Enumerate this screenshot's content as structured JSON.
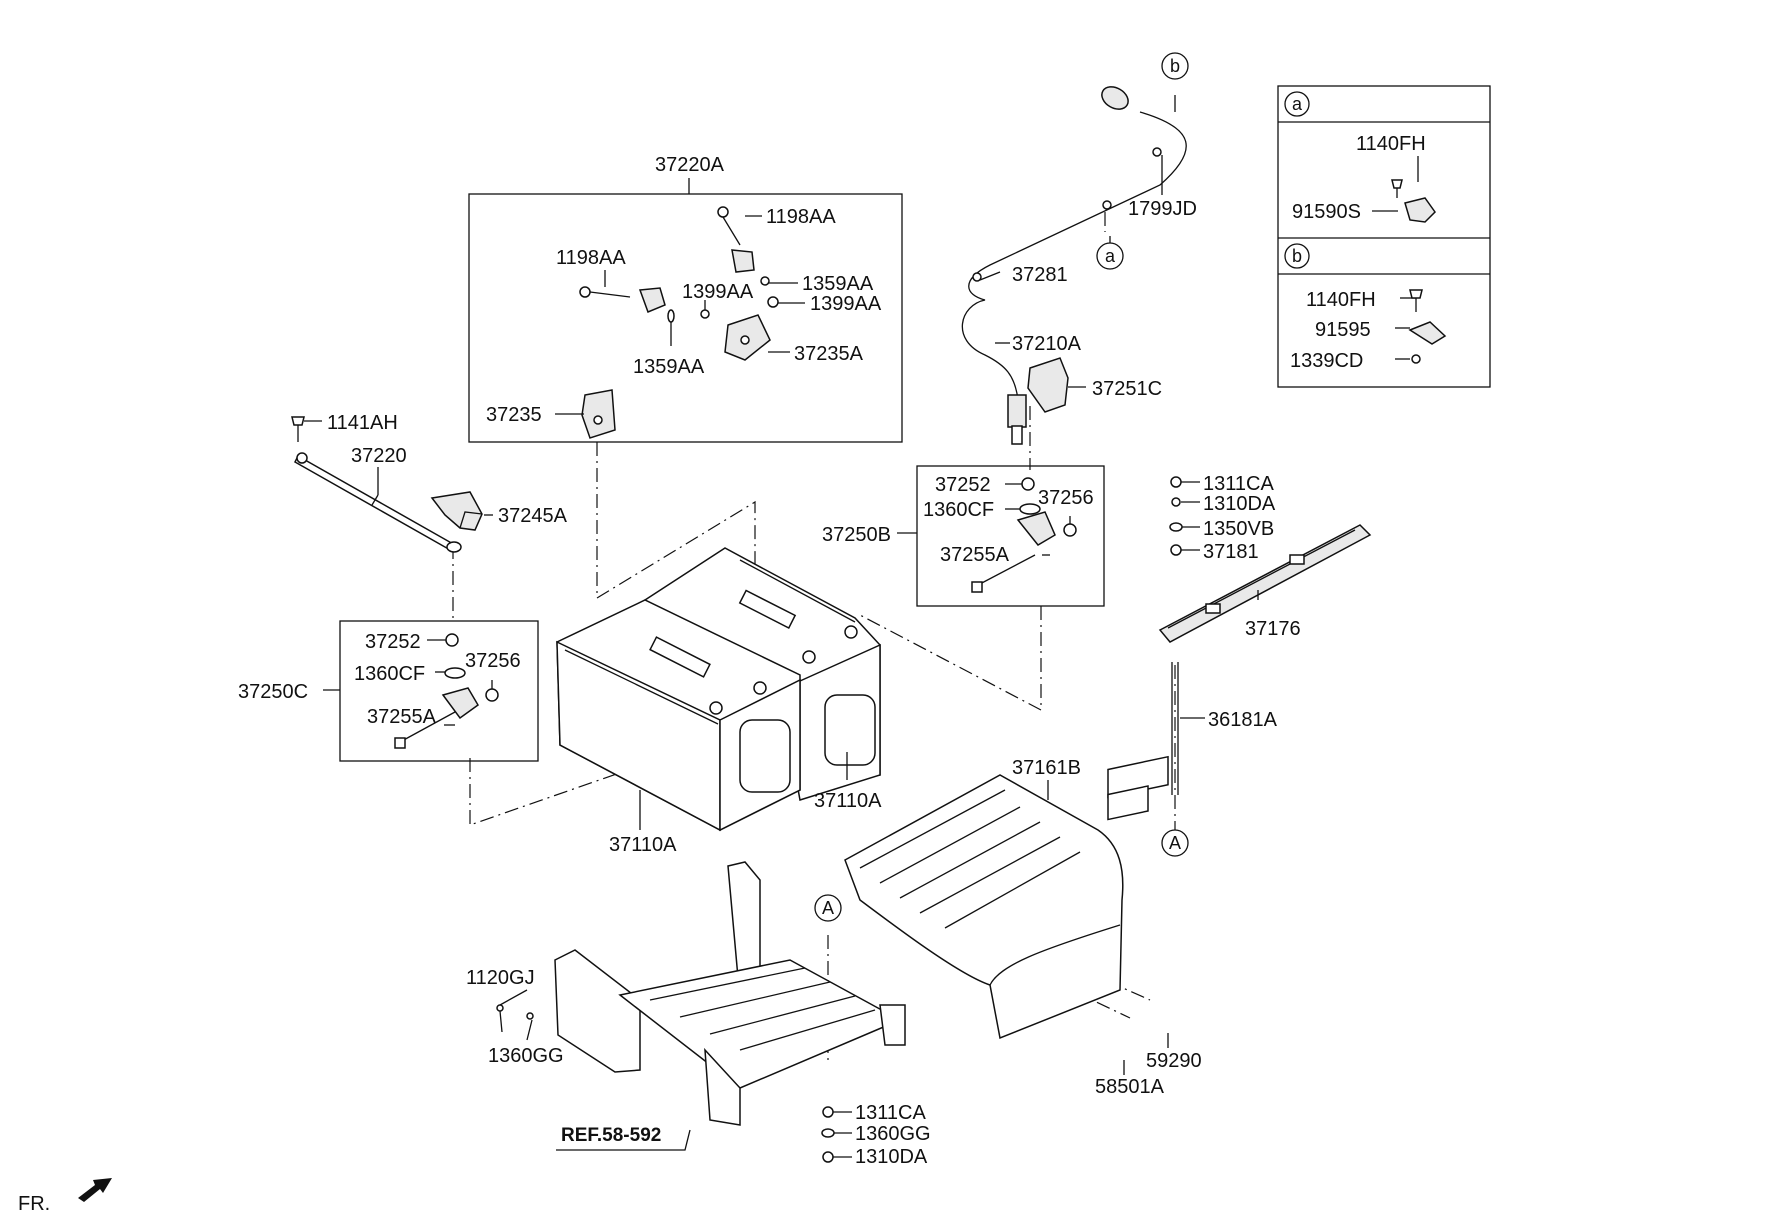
{
  "labels": {
    "l_37220A": "37220A",
    "l_1198AA_a": "1198AA",
    "l_1198AA_b": "1198AA",
    "l_1359AA_a": "1359AA",
    "l_1399AA_a": "1399AA",
    "l_1399AA_b": "1399AA",
    "l_1359AA_b": "1359AA",
    "l_37235A": "37235A",
    "l_37235": "37235",
    "l_1141AH": "1141AH",
    "l_37220": "37220",
    "l_37245A": "37245A",
    "l_37252_left": "37252",
    "l_1360CF_left": "1360CF",
    "l_37256_left": "37256",
    "l_37250C": "37250C",
    "l_37255A_left": "37255A",
    "l_37110A_left": "37110A",
    "l_37110A_right": "37110A",
    "l_1799JD": "1799JD",
    "l_37281": "37281",
    "l_37210A": "37210A",
    "l_37251C": "37251C",
    "l_37252_right": "37252",
    "l_1360CF_right": "1360CF",
    "l_37256_right": "37256",
    "l_37250B": "37250B",
    "l_37255A_right": "37255A",
    "l_1140FH_a": "1140FH",
    "l_91590S": "91590S",
    "l_1140FH_b": "1140FH",
    "l_91595": "91595",
    "l_1339CD": "1339CD",
    "l_1311CA_top": "1311CA",
    "l_1310DA_top": "1310DA",
    "l_1350VB": "1350VB",
    "l_37181": "37181",
    "l_37176": "37176",
    "l_36181A": "36181A",
    "l_37161B": "37161B",
    "l_1120GJ": "1120GJ",
    "l_1360GG_left": "1360GG",
    "l_1311CA_bot": "1311CA",
    "l_1360GG_bot": "1360GG",
    "l_1310DA_bot": "1310DA",
    "l_59290": "59290",
    "l_58501A": "58501A",
    "l_ref": "REF.58-592",
    "l_fr": "FR."
  },
  "markers": {
    "b_top": "b",
    "a_mid": "a",
    "a_legend": "a",
    "b_legend": "b",
    "A_right": "A",
    "A_tray": "A"
  },
  "icons": [
    "front-arrow-icon"
  ]
}
